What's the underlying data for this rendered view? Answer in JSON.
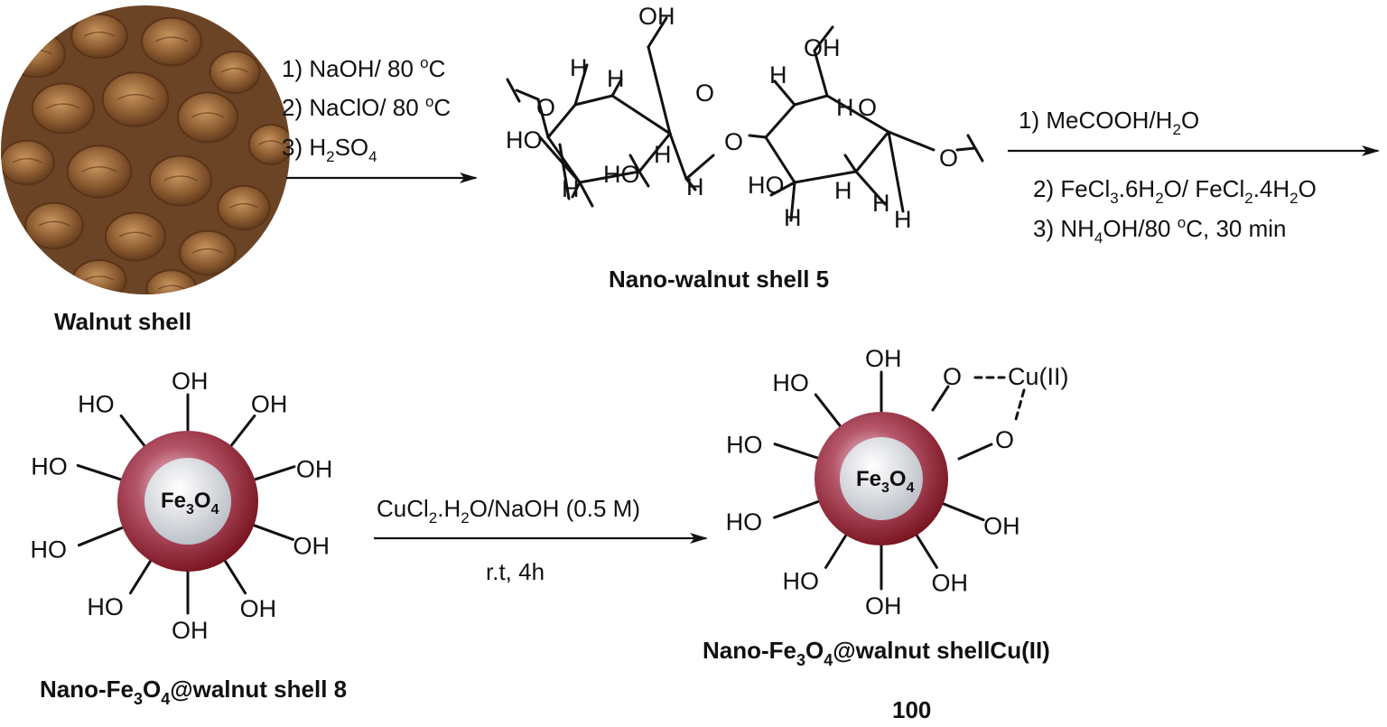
{
  "labels": {
    "walnut_shell": "Walnut shell",
    "nano_walnut_shell_5": "Nano-walnut shell  5",
    "product_8_prefix": "Nano-Fe",
    "product_8_sub1": "3",
    "product_8_mid": "O",
    "product_8_sub2": "4",
    "product_8_suffix": "@walnut shell  8",
    "product_100_prefix": "Nano-Fe",
    "product_100_sub1": "3",
    "product_100_mid": "O",
    "product_100_sub2": "4",
    "product_100_suffix": "@walnut shellCu(II)",
    "product_100_number": "100"
  },
  "step1": {
    "line1_a": "1) NaOH/ 80 ",
    "line1_deg": "o",
    "line1_b": "C",
    "line2_a": "2) NaClO/ 80 ",
    "line2_deg": "o",
    "line2_b": "C",
    "line3_a": "3) H",
    "line3_sub": "2",
    "line3_b": "SO",
    "line3_sub2": "4"
  },
  "step2": {
    "line1_a": "1) MeCOOH/H",
    "line1_sub": "2",
    "line1_b": "O",
    "line2_a": "2) FeCl",
    "line2_sub1": "3",
    "line2_b": ".6H",
    "line2_sub2": "2",
    "line2_c": "O/ FeCl",
    "line2_sub3": "2",
    "line2_d": ".4H",
    "line2_sub4": "2",
    "line2_e": "O",
    "line3_a": "3) NH",
    "line3_sub": "4",
    "line3_b": "OH/80 ",
    "line3_deg": "o",
    "line3_c": "C, 30 min"
  },
  "step3": {
    "line1_a": "CuCl",
    "line1_sub": "2",
    "line1_b": ".H",
    "line1_sub2": "2",
    "line1_c": "O/NaOH (0.5 M)",
    "line2": "r.t, 4h"
  },
  "core": {
    "fe": "Fe",
    "sub1": "3",
    "o": "O",
    "sub2": "4"
  },
  "cellulose": {
    "oh": "OH",
    "ho": "HO",
    "h": "H",
    "o": "O"
  },
  "copper": {
    "cu": "Cu(II)",
    "o": "O"
  },
  "colors": {
    "sphere_outer": "#7a1420",
    "sphere_mid": "#b5566a",
    "sphere_highlight": "#f4e4e8",
    "core_light": "#ffffff",
    "core_dark": "#b8bcc4",
    "nut_dark": "#5a3418",
    "nut_light": "#c9955e",
    "nut_mid": "#8a5a30"
  }
}
